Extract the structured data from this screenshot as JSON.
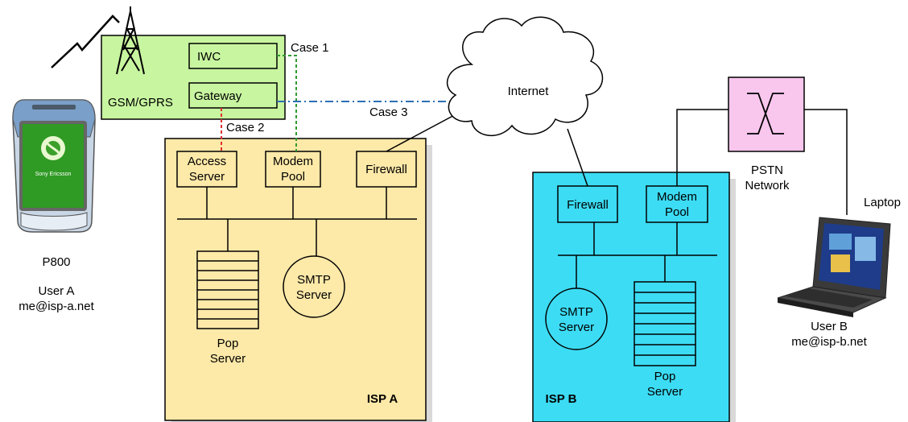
{
  "gsm": {
    "title": "GSM/GPRS",
    "iwc": "IWC",
    "gateway": "Gateway"
  },
  "cases": {
    "case1": "Case 1",
    "case2": "Case 2",
    "case3": "Case 3"
  },
  "internet": "Internet",
  "phone": {
    "brand": "Sony Ericsson",
    "model": "P800",
    "user": "User A",
    "email": "me@isp-a.net"
  },
  "isp_a": {
    "title": "ISP A",
    "access_server": [
      "Access",
      "Server"
    ],
    "modem_pool": [
      "Modem",
      "Pool"
    ],
    "firewall": "Firewall",
    "smtp": [
      "SMTP",
      "Server"
    ],
    "pop": [
      "Pop",
      "Server"
    ]
  },
  "isp_b": {
    "title": "ISP B",
    "firewall": "Firewall",
    "modem_pool": [
      "Modem",
      "Pool"
    ],
    "smtp": [
      "SMTP",
      "Server"
    ],
    "pop": [
      "Pop",
      "Server"
    ]
  },
  "pstn": [
    "PSTN",
    "Network"
  ],
  "laptop": {
    "label": "Laptop",
    "user": "User B",
    "email": "me@isp-b.net"
  },
  "colors": {
    "gsm_fill": "#c8f5a0",
    "isp_a_fill": "#fde9a8",
    "isp_b_fill": "#3cdcf4",
    "pstn_fill": "#f9c6ee",
    "case1": "#2e9a2e",
    "case2": "#e03030",
    "case3": "#2c6fb4"
  }
}
